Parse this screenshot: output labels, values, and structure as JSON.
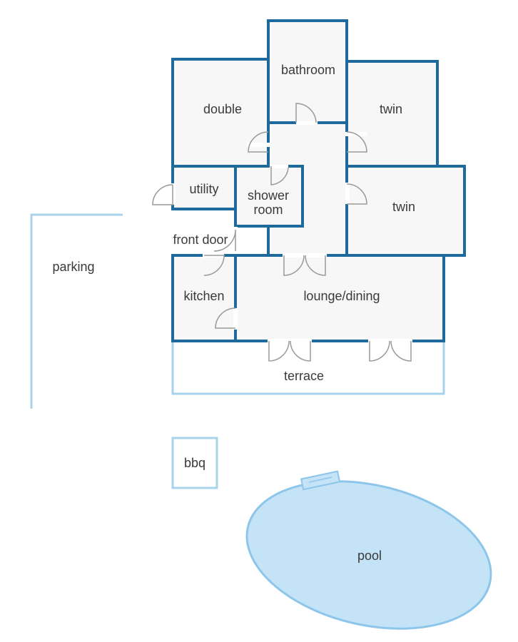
{
  "labels": {
    "bathroom": "bathroom",
    "double": "double",
    "twin_top": "twin",
    "utility": "utility",
    "shower_line1": "shower",
    "shower_line2": "room",
    "twin_right": "twin",
    "front_door": "front door",
    "parking": "parking",
    "kitchen": "kitchen",
    "lounge_dining": "lounge/dining",
    "terrace": "terrace",
    "bbq": "bbq",
    "pool": "pool"
  },
  "colors": {
    "wall": "#1e6a9c",
    "outline": "#a9d3ea",
    "room_fill": "#f7f7f7",
    "pool_fill": "#c4e3f7",
    "door": "#9a9a9a"
  }
}
